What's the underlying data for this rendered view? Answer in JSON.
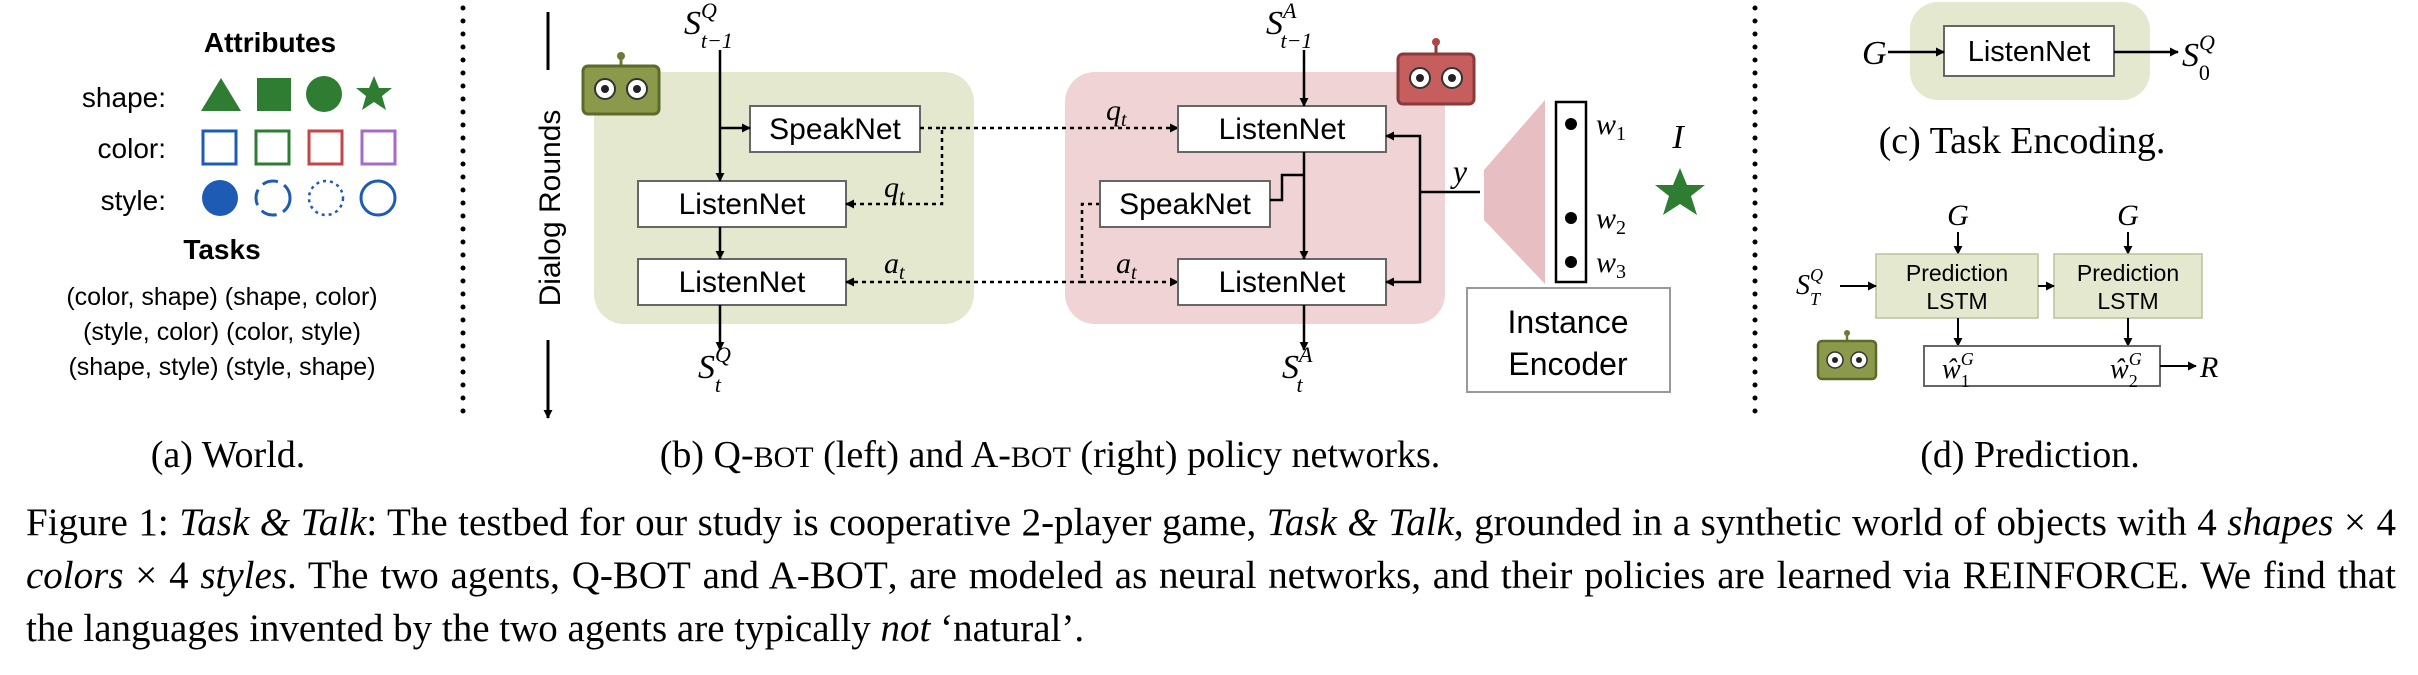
{
  "world": {
    "heading_attributes": "Attributes",
    "row_shape": "shape:",
    "row_color": "color:",
    "row_style": "style:",
    "heading_tasks": "Tasks",
    "tasks_line1": "(color, shape) (shape, color)",
    "tasks_line2": "(style, color) (color, style)",
    "tasks_line3": "(shape, style) (style, shape)",
    "colors": {
      "green": "#2e7d32",
      "blue": "#1e5bb5",
      "red": "#c44545",
      "purple": "#a56bc6"
    },
    "subcaption": "(a) World."
  },
  "policy": {
    "dialog_rounds": "Dialog Rounds",
    "qbot_speaknet": "SpeakNet",
    "qbot_listennet_top": "ListenNet",
    "qbot_listennet_bottom": "ListenNet",
    "abot_listennet_top": "ListenNet",
    "abot_speaknet": "SpeakNet",
    "abot_listennet_bottom": "ListenNet",
    "instance_encoder_line1": "Instance",
    "instance_encoder_line2": "Encoder",
    "S": "S",
    "sup_Q": "Q",
    "sup_A": "A",
    "sub_t1": "t−1",
    "sub_t": "t",
    "q": "q",
    "a": "a",
    "t": "t",
    "y": "y",
    "I": "I",
    "w": "w",
    "w1": "1",
    "w2": "2",
    "w3": "3",
    "qbot_fill": "#e3e8cf",
    "abot_fill": "#efd3d5",
    "encoder_fill": "#e7bec2",
    "subcaption_pre": "(b) Q-",
    "subcaption_bot1": "BOT",
    "subcaption_mid": " (left) and A-",
    "subcaption_bot2": "BOT",
    "subcaption_post": " (right) policy networks."
  },
  "task_encoding": {
    "G": "G",
    "listennet": "ListenNet",
    "S": "S",
    "sup_Q": "Q",
    "sub_0": "0",
    "subcaption": "(c) Task Encoding."
  },
  "prediction": {
    "G1": "G",
    "G2": "G",
    "S": "S",
    "sup_Q": "Q",
    "sub_T": "T",
    "lstm1_line1": "Prediction",
    "lstm1_line2": "LSTM",
    "lstm2_line1": "Prediction",
    "lstm2_line2": "LSTM",
    "w": "ŵ",
    "sup_G": "G",
    "sub_1": "1",
    "sub_2": "2",
    "R": "R",
    "subcaption": "(d) Prediction."
  },
  "caption": {
    "label": "Figure 1: ",
    "title": "Task & Talk",
    "p1": ": The testbed for our study is cooperative 2-player game, ",
    "title2": "Task & Talk",
    "p2": ", grounded in a synthetic world of objects with 4 ",
    "shapes": "shapes",
    "times1": " × 4 ",
    "colors": "colors",
    "times2": " × 4 ",
    "styles": "styles",
    "p3": ". The two agents, Q-",
    "bot1": "BOT",
    "p4": " and A-",
    "bot2": "BOT",
    "p5": ", are modeled as neural networks, and their policies are learned via REINFORCE. We find that the languages invented by the two agents are typically ",
    "not": "not",
    "p6": " ‘natural’."
  }
}
